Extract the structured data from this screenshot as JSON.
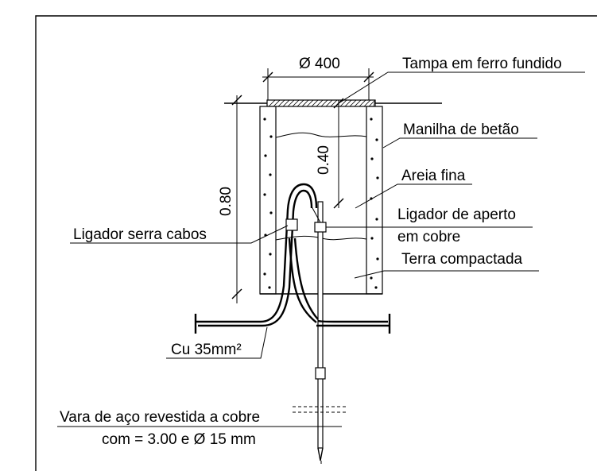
{
  "labels": {
    "diameter": "Ø 400",
    "cover": "Tampa em ferro fundido",
    "pipe": "Manilha de betão",
    "depth_small": "0.40",
    "sand": "Areia fina",
    "depth_large": "0.80",
    "connector_tight_1": "Ligador de aperto",
    "connector_tight_2": "em cobre",
    "connector_clamp": "Ligador serra cabos",
    "soil": "Terra compactada",
    "cable": "Cu 35mm²",
    "rod_1": "Vara de aço revestida a cobre",
    "rod_2": "com = 3.00 e Ø 15 mm"
  }
}
